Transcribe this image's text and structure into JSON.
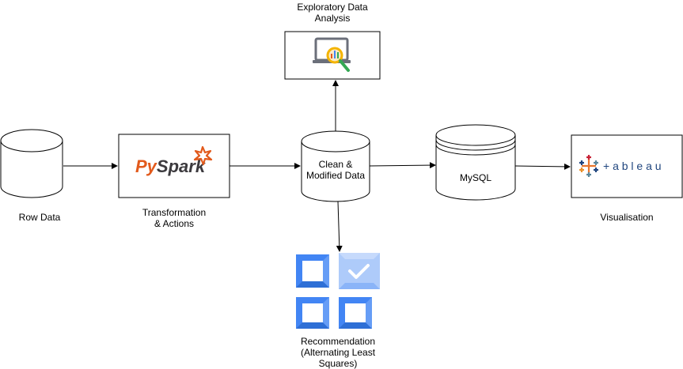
{
  "nodes": {
    "row_data": {
      "label": "Row Data"
    },
    "pyspark": {
      "logo_text": "PySpark",
      "label": "Transformation\n& Actions"
    },
    "clean_data": {
      "label": "Clean &\nModified Data"
    },
    "eda": {
      "label": "Exploratory Data\nAnalysis",
      "icon": "analytics-magnifier-icon"
    },
    "mysql": {
      "label": "MySQL"
    },
    "tableau": {
      "logo_text": "+ a b l e a u",
      "label": "Visualisation"
    },
    "recommendation": {
      "label": "Recommendation\n(Alternating Least\nSquares)",
      "icon": "recommendation-blocks-icon"
    }
  },
  "colors": {
    "stroke": "#000000",
    "pyspark_orange": "#e25a1c",
    "pyspark_gray": "#3c3a3e",
    "google_blue": "#4285f4",
    "google_light_blue": "#aecbfa",
    "tableau_blue": "#1f457e"
  }
}
